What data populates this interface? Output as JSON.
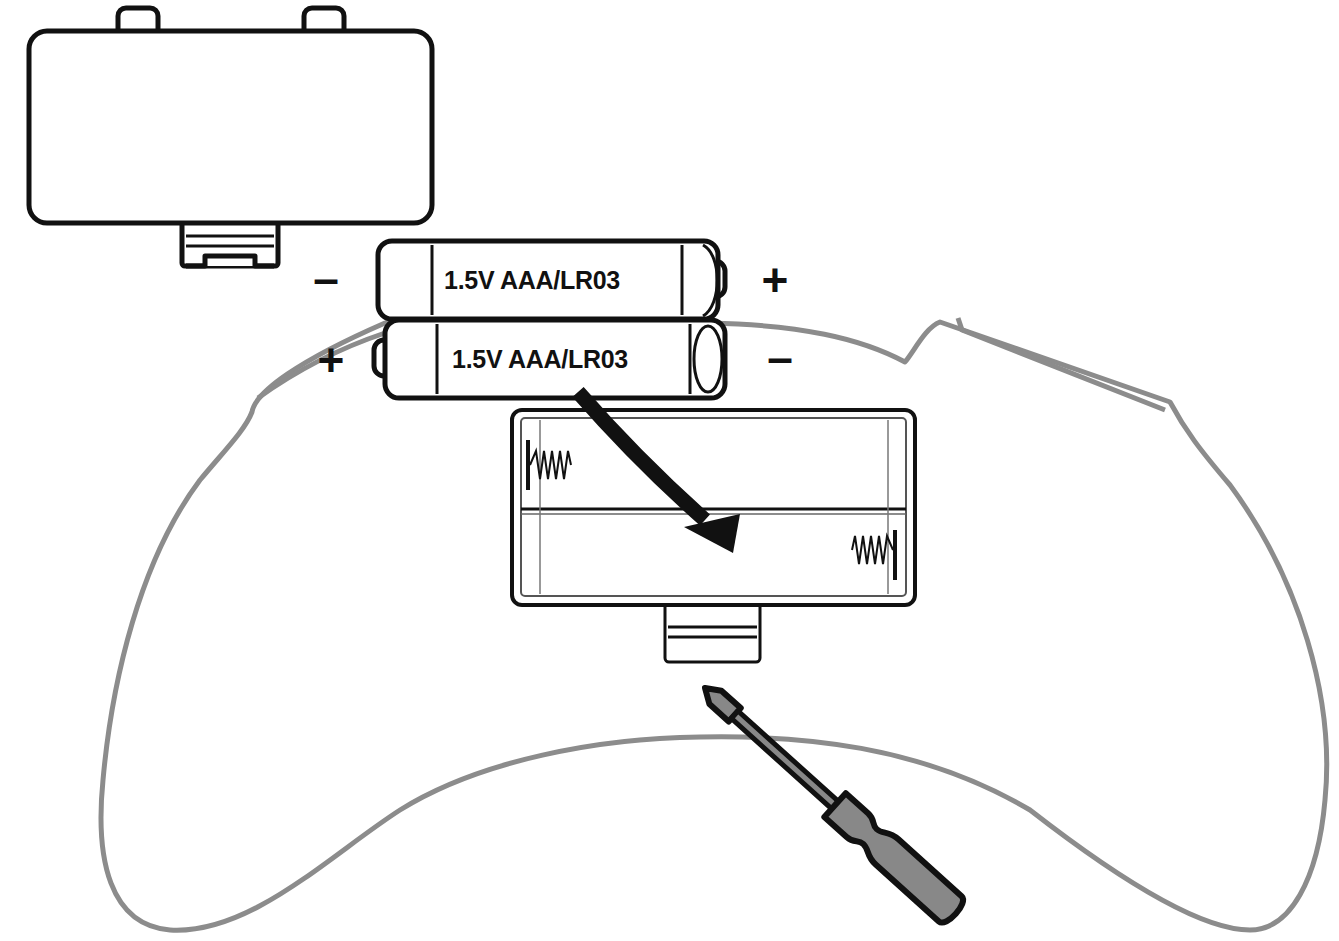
{
  "diagram": {
    "labels": [
      "–",
      "1.5V AAA/LR03",
      "+",
      "+",
      "1.5V AAA/LR03",
      "–"
    ]
  }
}
